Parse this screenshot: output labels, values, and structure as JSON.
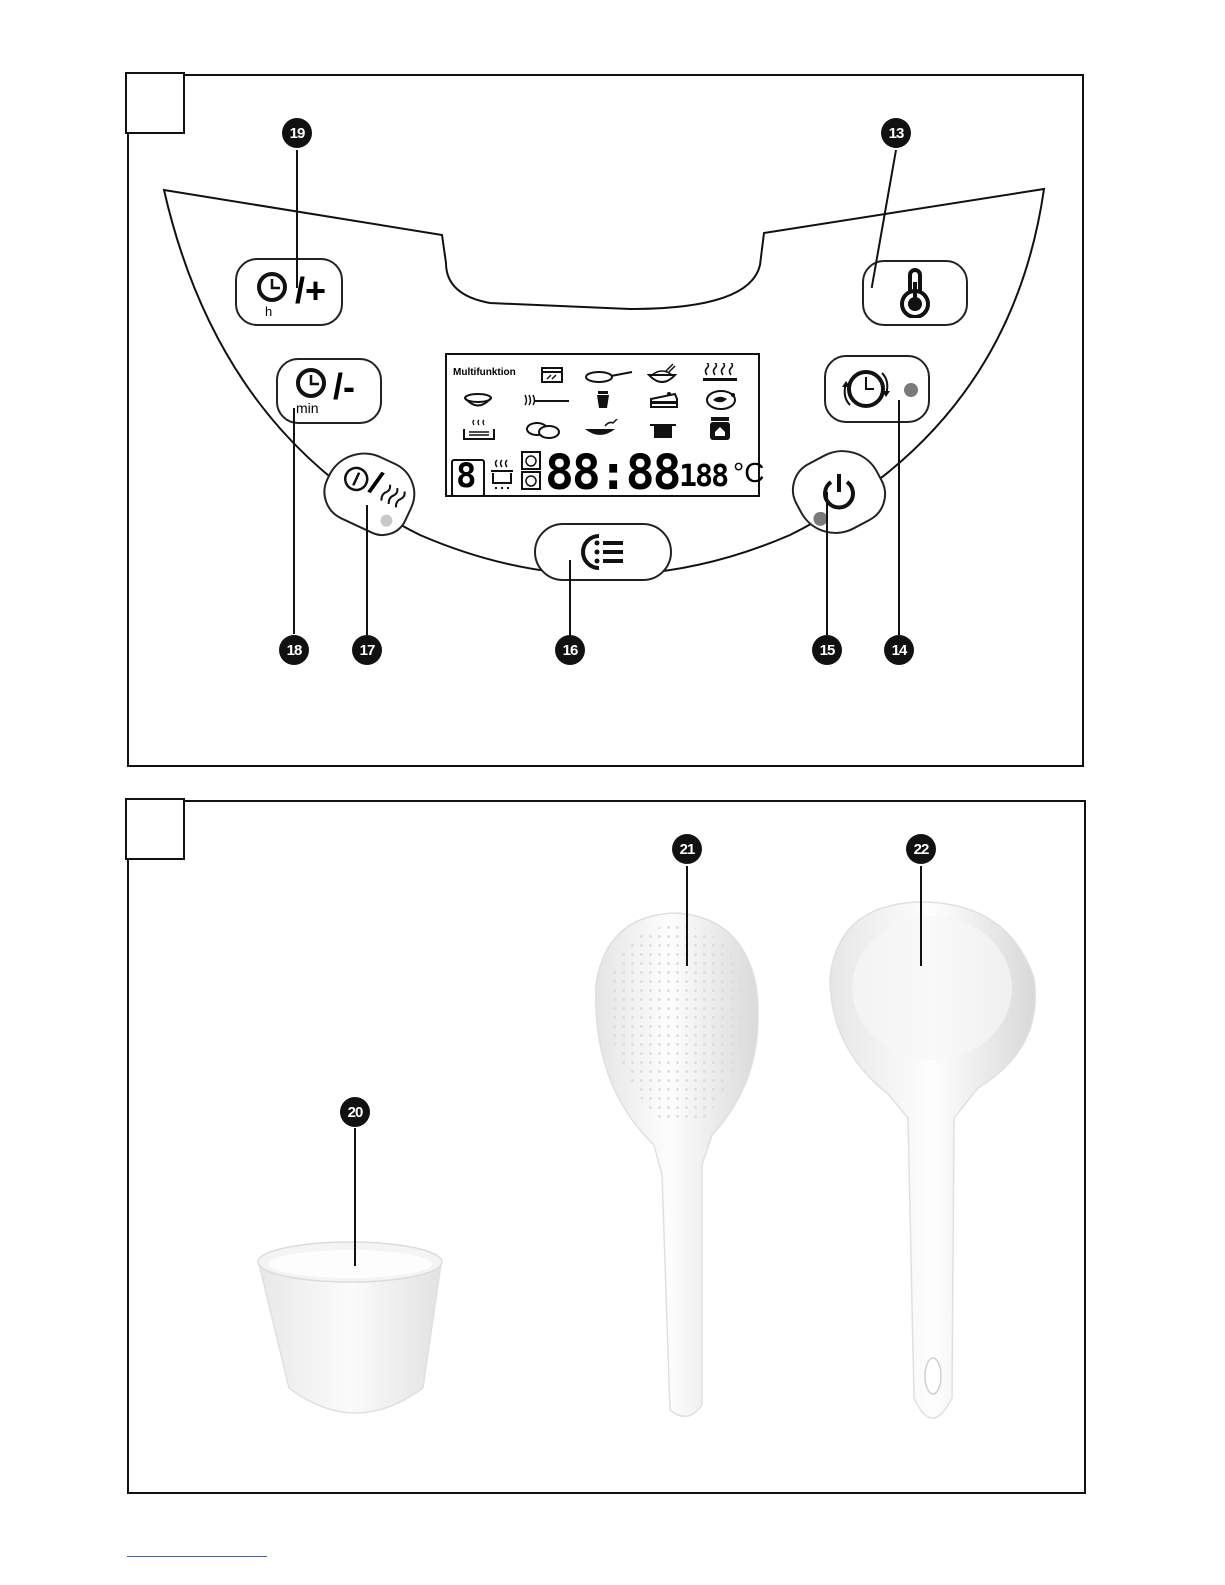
{
  "figure_top": {
    "badges": {
      "b19": "19",
      "b13": "13",
      "b18": "18",
      "b17": "17",
      "b16": "16",
      "b15": "15",
      "b14": "14"
    },
    "buttons": {
      "hour_plus": {
        "unit": "h",
        "sign": "/+"
      },
      "min_minus": {
        "unit": "min",
        "sign": "/-"
      },
      "start_keepwarm": {
        "sign": "/"
      },
      "temperature": {},
      "delay_timer": {},
      "power": {},
      "menu": {}
    },
    "display": {
      "title": "Multifunktion",
      "program_digit": "8",
      "time": "88:88",
      "temp": "188",
      "temp_unit": "°C"
    },
    "icons": {
      "row1": [
        "oven-icon",
        "frying-pan-icon",
        "rice-bowl-icon",
        "steam-icon"
      ],
      "row2": [
        "soup-bowl-icon",
        "pasta-icon",
        "yogurt-icon",
        "cake-icon",
        "meat-icon"
      ],
      "row3": [
        "steamer-icon",
        "eggs-icon",
        "wok-icon",
        "pot-icon",
        "jar-icon"
      ]
    },
    "led_colors": {
      "keepwarm_led": "#c8c8c8",
      "power_led": "#7a7a7a",
      "timer_led": "#7a7a7a"
    }
  },
  "figure_bottom": {
    "badges": {
      "b20": "20",
      "b21": "21",
      "b22": "22"
    },
    "items": [
      "measuring-cup",
      "rice-paddle",
      "soup-ladle"
    ]
  }
}
